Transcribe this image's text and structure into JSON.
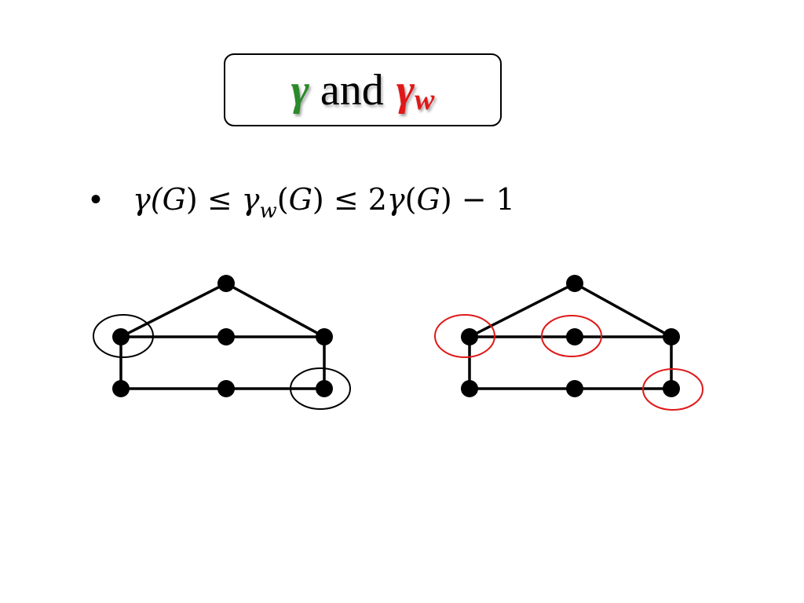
{
  "title": {
    "symbol_gamma": "γ",
    "conjunction": "and",
    "symbol_gamma_w": "γ",
    "subscript": "w",
    "colors": {
      "gamma": "#2a8a2a",
      "gamma_w": "#e01818"
    }
  },
  "bullet": {
    "marker": "•",
    "formula": {
      "part1": "γ(",
      "G1": "G",
      "part2": ") ≤ ",
      "gw": "γ",
      "w": "w",
      "part3": "(",
      "G2": "G",
      "part4": ") ≤ 2",
      "g3": "γ",
      "part5": "(",
      "G3": "G",
      "part6": ") − 1"
    }
  },
  "graphs": {
    "left": {
      "highlight_color": "#000000",
      "highlighted_vertices": [
        "mid-left",
        "bottom-right"
      ]
    },
    "right": {
      "highlight_color": "#e01818",
      "highlighted_vertices": [
        "mid-left",
        "mid-center",
        "bottom-right"
      ]
    }
  }
}
